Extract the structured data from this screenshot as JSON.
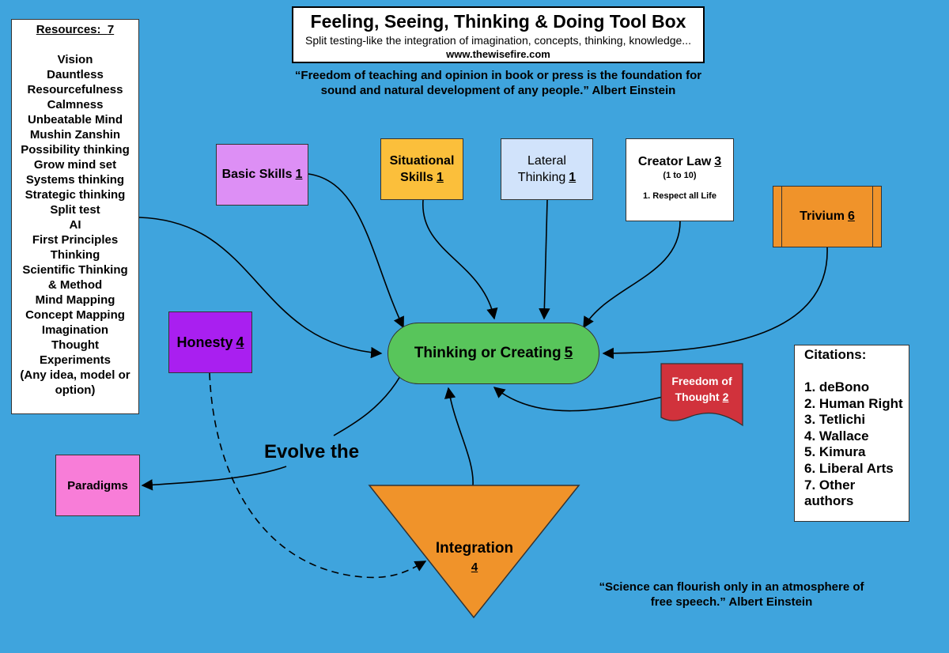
{
  "title": {
    "main": "Feeling, Seeing, Thinking & Doing Tool Box",
    "subtitle": "Split testing-like the integration of imagination, concepts, thinking, knowledge...",
    "url": "www.thewisefire.com"
  },
  "quote_top": {
    "line1": "“Freedom of teaching and opinion in book or press is the foundation for",
    "line2": "sound and natural development of any people.”  Albert Einstein"
  },
  "quote_bottom": {
    "line1": "“Science can flourish only in an atmosphere of",
    "line2": "free speech.” Albert Einstein"
  },
  "resources": {
    "label": "Resources:",
    "number": "7",
    "items": [
      "Vision",
      "Dauntless",
      "Resourcefulness",
      "Calmness",
      "Unbeatable Mind",
      "Mushin Zanshin",
      "Possibility thinking",
      "Grow mind set",
      "Systems thinking",
      "Strategic thinking",
      "Split test",
      "AI",
      "First Principles",
      "Thinking",
      "Scientific Thinking",
      "& Method",
      "Mind Mapping",
      "Concept Mapping",
      "Imagination",
      "Thought",
      "Experiments",
      "(Any idea, model or",
      "option)"
    ]
  },
  "citations": {
    "label": "Citations:",
    "items": [
      "1. deBono",
      "2. Human Right",
      "3. Tetlichi",
      "4. Wallace",
      "5. Kimura",
      "6. Liberal Arts",
      "7. Other",
      "authors"
    ]
  },
  "nodes": {
    "basic_skills": {
      "label": "Basic Skills",
      "number": "1"
    },
    "situational": {
      "line1": "Situational",
      "line2": "Skills",
      "number": "1"
    },
    "lateral": {
      "line1": "Lateral",
      "line2": "Thinking",
      "number": "1"
    },
    "creator": {
      "label": "Creator Law",
      "number": "3",
      "range": "(1 to 10)",
      "rule": "1. Respect all Life"
    },
    "trivium": {
      "label": "Trivium",
      "number": "6"
    },
    "honesty": {
      "label": "Honesty",
      "number": "4"
    },
    "paradigms": {
      "label": "Paradigms"
    },
    "thinking": {
      "label": "Thinking or Creating",
      "number": "5"
    },
    "freedom": {
      "line1": "Freedom of",
      "line2": "Thought",
      "number": "2"
    },
    "integration": {
      "label": "Integration",
      "number": "4"
    },
    "evolve": {
      "label": "Evolve the"
    }
  },
  "colors": {
    "background": "#3fa4dd",
    "basic_skills": "#dd8ff5",
    "situational": "#fbbf3b",
    "lateral": "#d1e3fb",
    "trivium": "#f0932a",
    "honesty": "#a91ff0",
    "paradigms": "#f87dd8",
    "thinking": "#58c55b",
    "freedom": "#d1323c",
    "integration": "#f0932a"
  }
}
